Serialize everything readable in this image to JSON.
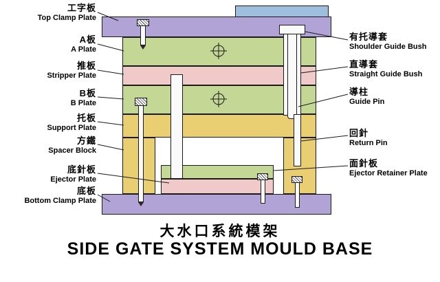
{
  "title": {
    "chinese": "大水口系統模架",
    "english": "SIDE GATE SYSTEM MOULD BASE"
  },
  "left_labels": [
    {
      "zh": "工字板",
      "en": "Top Clamp Plate"
    },
    {
      "zh": "A板",
      "en": "A Plate"
    },
    {
      "zh": "推板",
      "en": "Stripper Plate"
    },
    {
      "zh": "B板",
      "en": "B Plate"
    },
    {
      "zh": "托板",
      "en": "Support Plate"
    },
    {
      "zh": "方鐵",
      "en": "Spacer Block"
    },
    {
      "zh": "底針板",
      "en": "Ejector Plate"
    },
    {
      "zh": "底板",
      "en": "Bottom Clamp Plate"
    }
  ],
  "right_labels": [
    {
      "zh": "有托導套",
      "en": "Shoulder Guide Bush"
    },
    {
      "zh": "直導套",
      "en": "Straight Guide Bush"
    },
    {
      "zh": "導柱",
      "en": "Guide Pin"
    },
    {
      "zh": "回針",
      "en": "Return Pin"
    },
    {
      "zh": "面針板",
      "en": "Ejector Retainer Plate"
    }
  ],
  "colors": {
    "clamp_plate_purple": "#b2a3d6",
    "plate_green": "#c4d794",
    "plate_pink": "#f0c9c9",
    "plate_yellow": "#e9cf72",
    "top_bar_blue": "#9fbede",
    "metal_white": "#fafafa",
    "line_black": "#1a1a1a"
  }
}
